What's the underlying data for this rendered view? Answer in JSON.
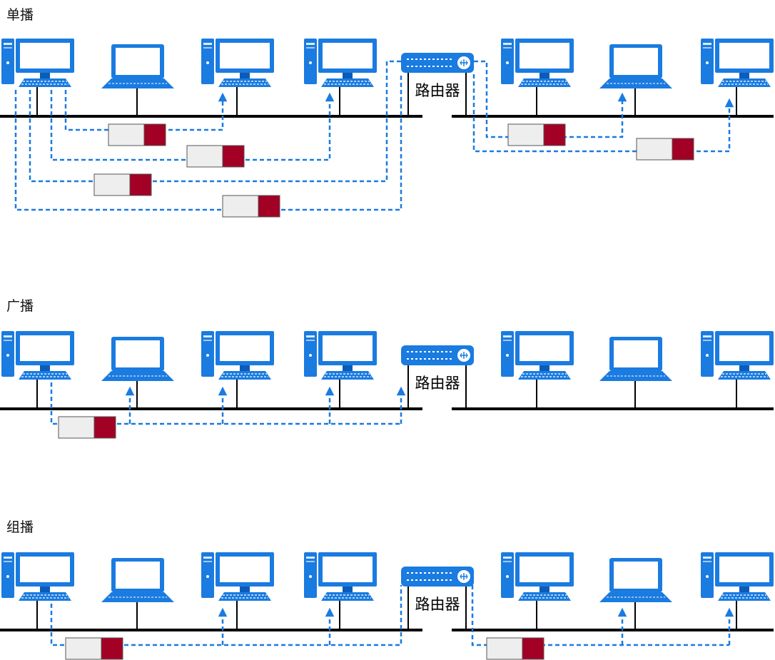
{
  "sections": [
    {
      "title": "单播",
      "router_label": "路由器"
    },
    {
      "title": "广播",
      "router_label": "路由器"
    },
    {
      "title": "组播",
      "router_label": "路由器"
    }
  ],
  "colors": {
    "device_blue": "#1a7be0",
    "device_dark": "#0b5cb8",
    "path_blue": "#1a7be0",
    "bus": "#000000",
    "packet_body": "#eeeeee",
    "packet_head": "#a20025",
    "packet_border": "#555555"
  },
  "icons": [
    "desktop-computer-icon",
    "laptop-icon",
    "router-icon"
  ]
}
